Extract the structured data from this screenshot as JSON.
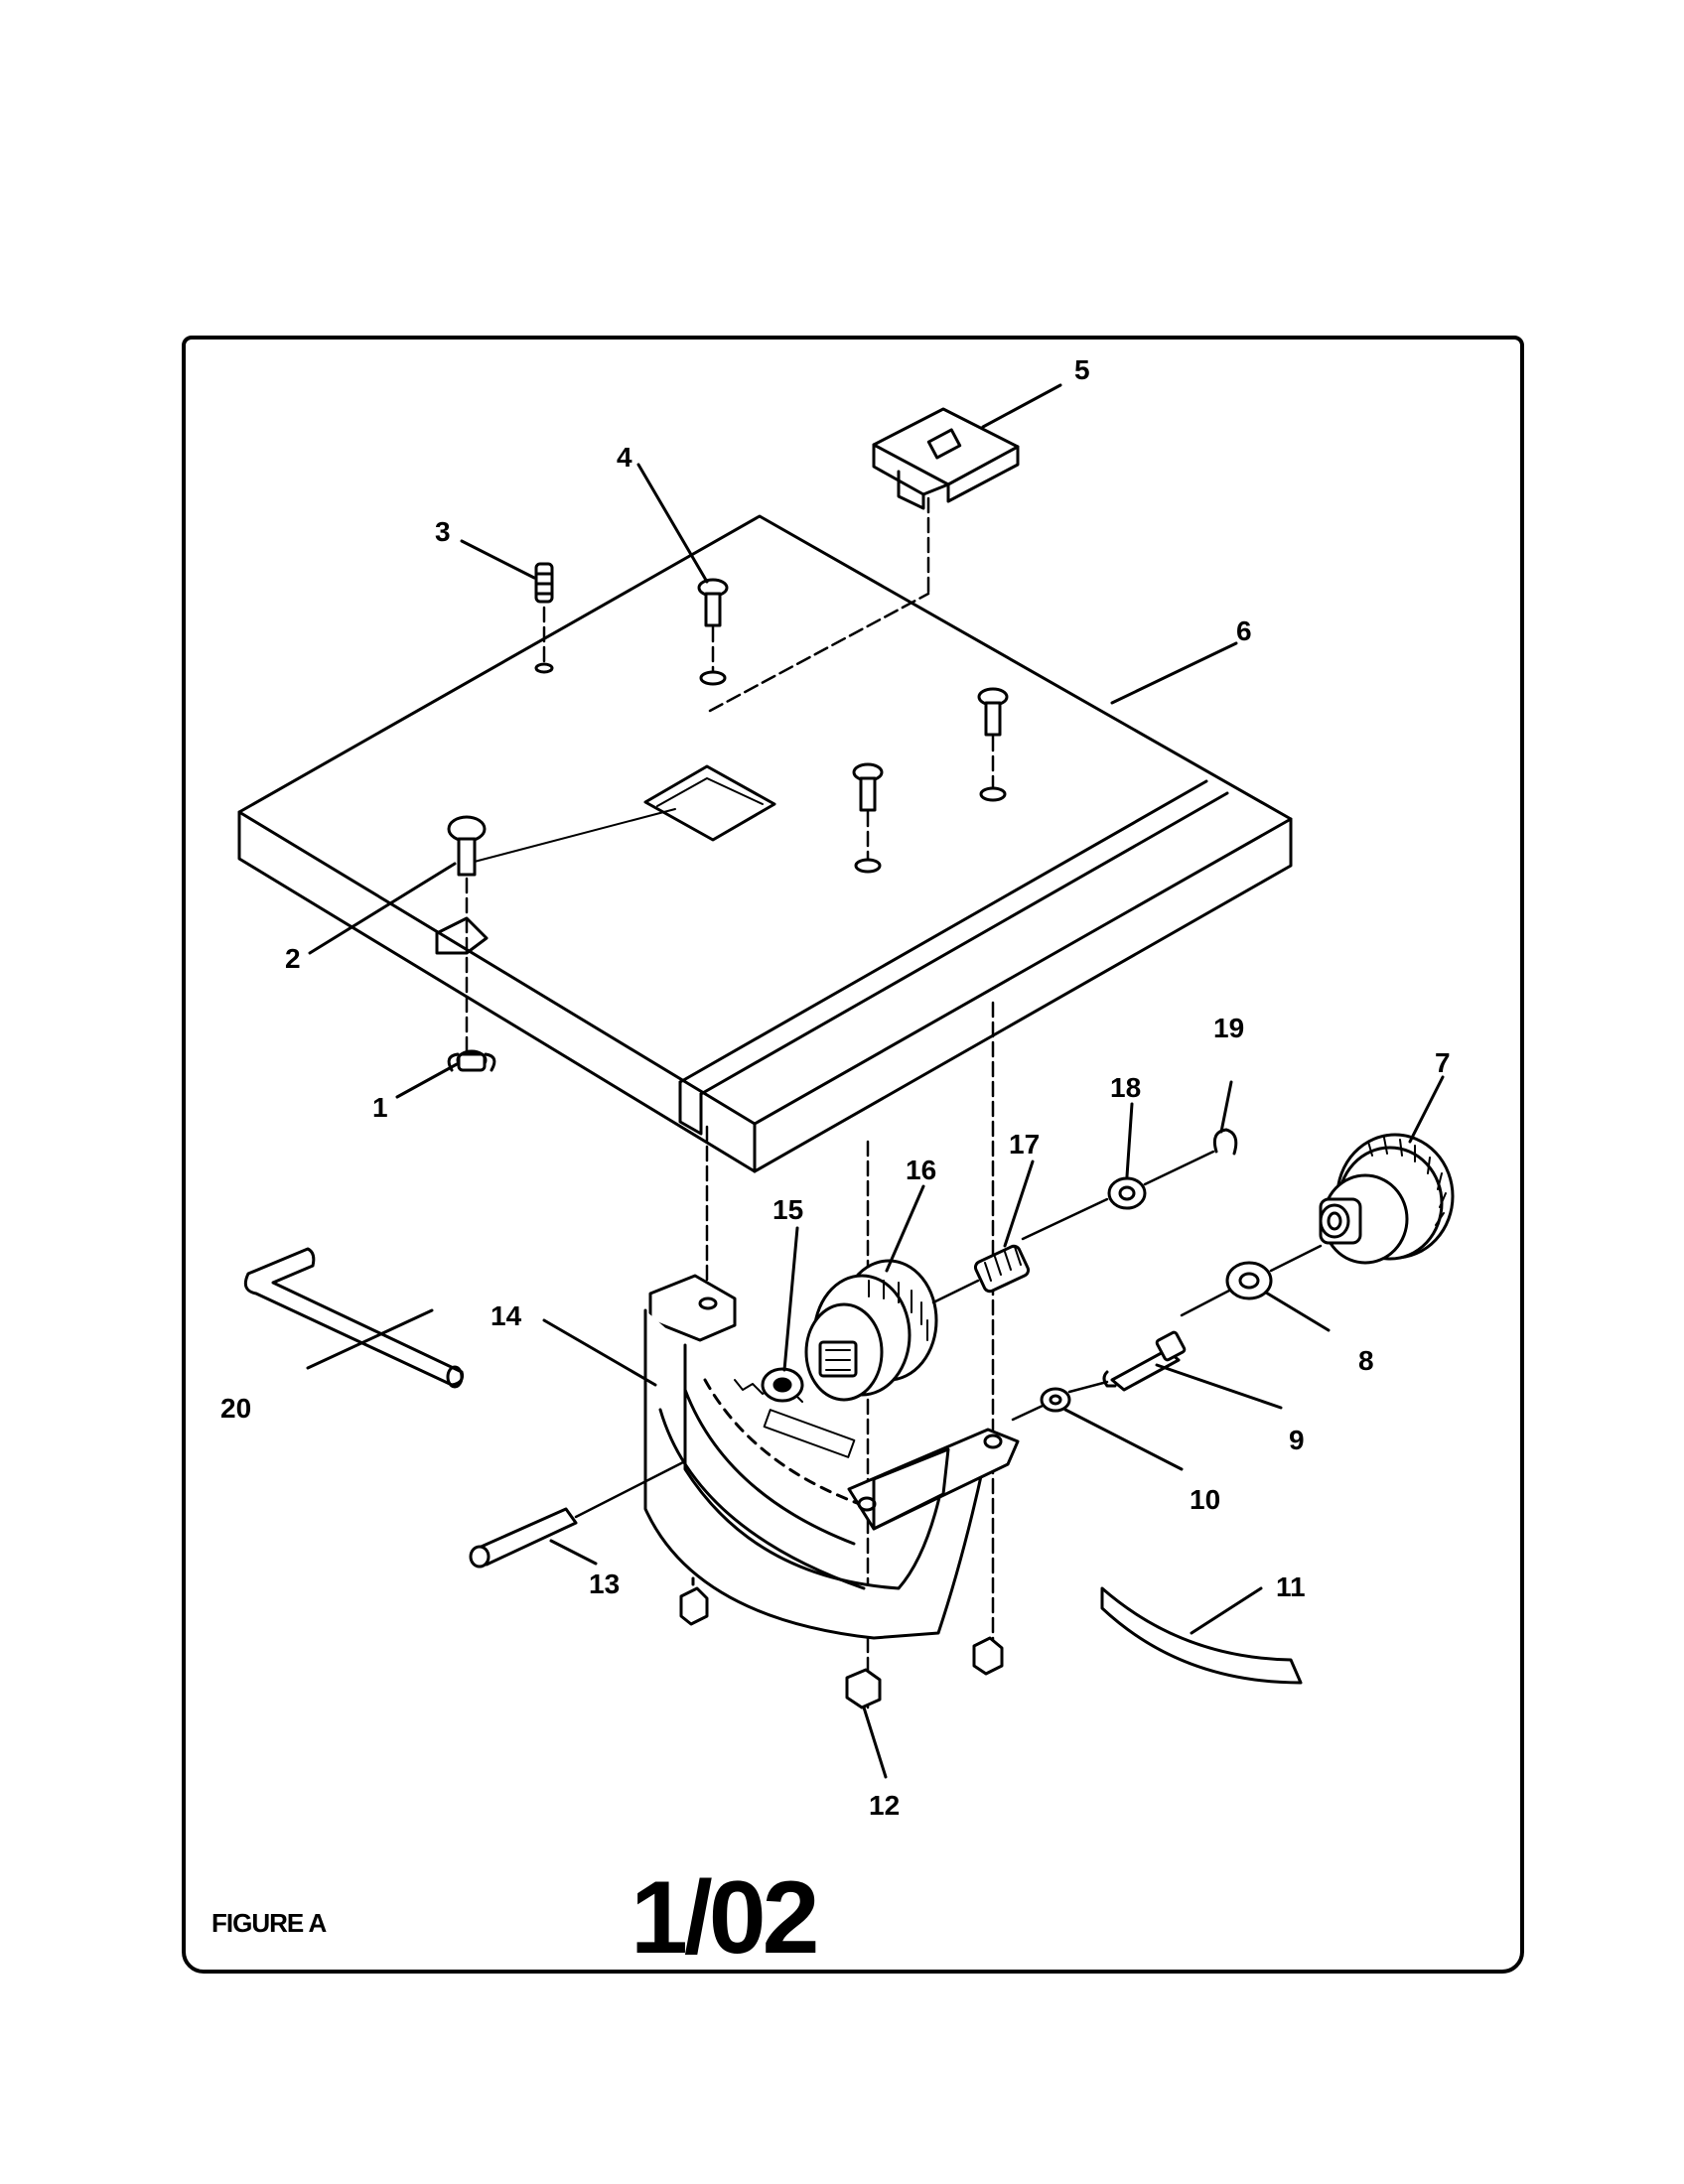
{
  "figure_label": "FIGURE A",
  "date_code": "1/02",
  "callouts": [
    "1",
    "2",
    "3",
    "4",
    "5",
    "6",
    "7",
    "8",
    "9",
    "10",
    "11",
    "12",
    "13",
    "14",
    "15",
    "16",
    "17",
    "18",
    "19",
    "20"
  ],
  "colors": {
    "ink": "#000000",
    "paper": "#ffffff"
  }
}
